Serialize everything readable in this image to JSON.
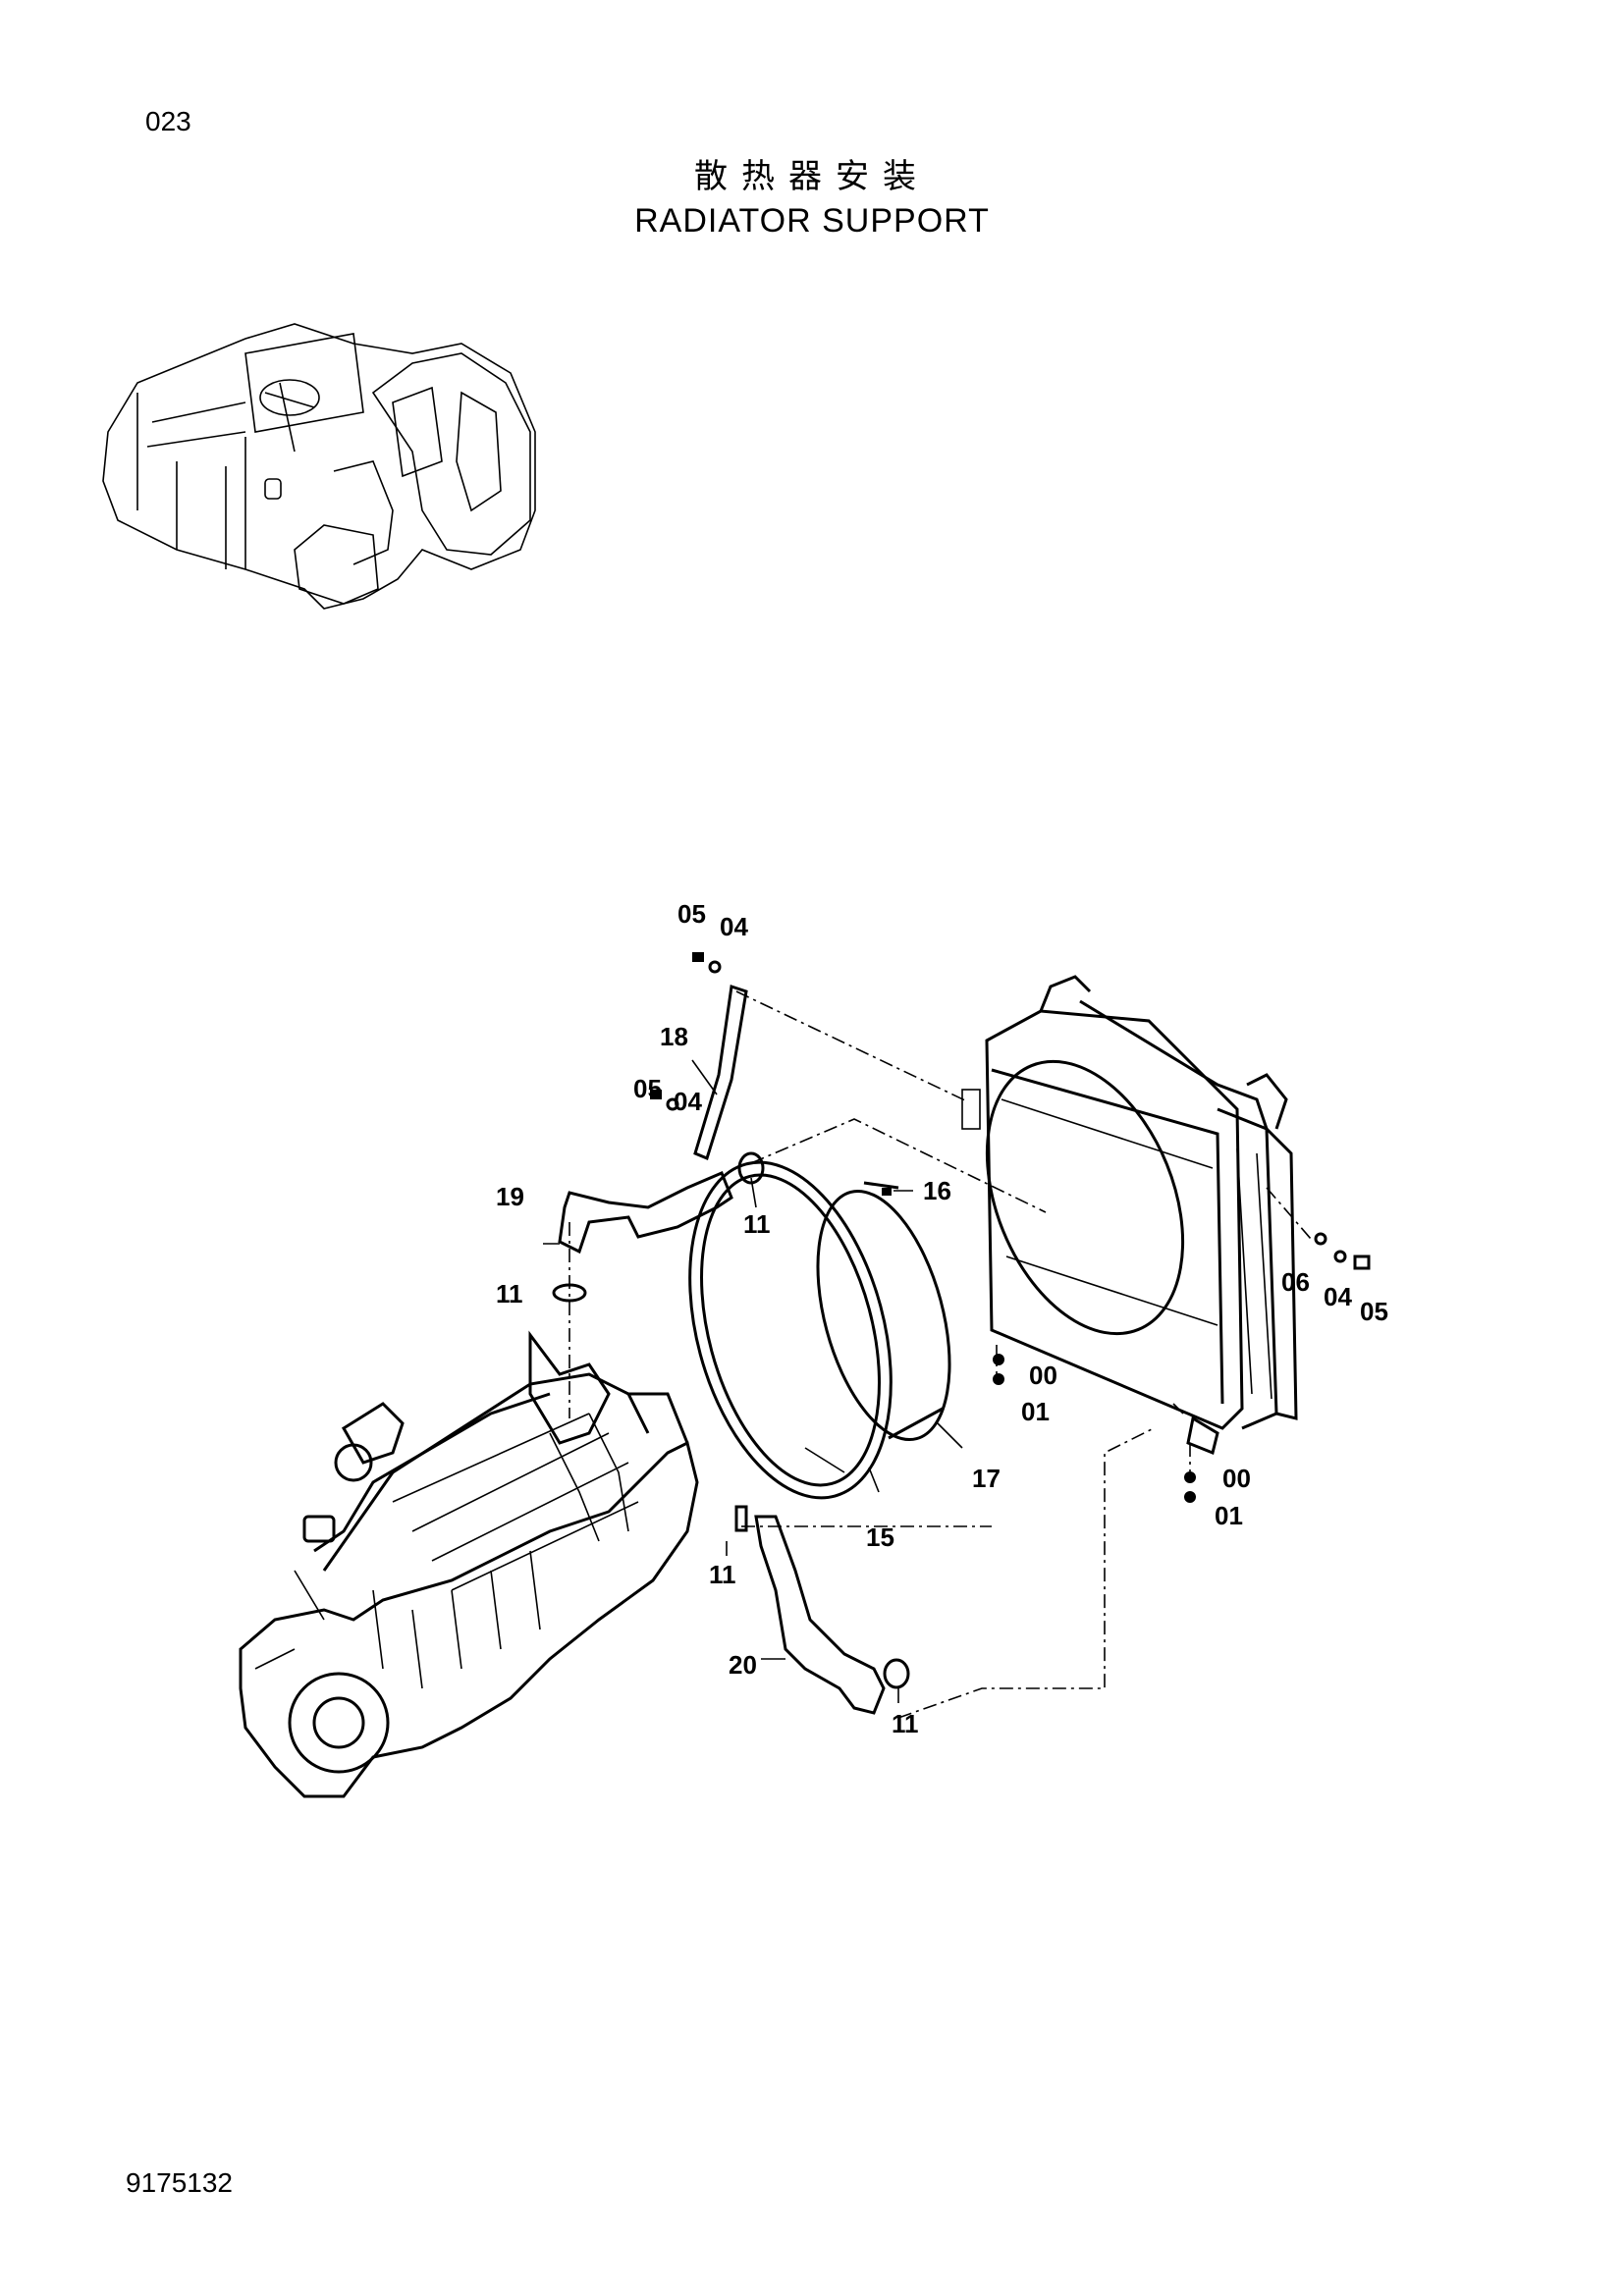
{
  "header": {
    "page_number": "023",
    "title_cn": "散热器安装",
    "title_en": "RADIATOR SUPPORT"
  },
  "footer": {
    "drawing_number": "9175132"
  },
  "callouts": {
    "c05a": "05",
    "c04a": "04",
    "c18": "18",
    "c05b": "05",
    "c04b": "04",
    "c19": "19",
    "c11a": "11",
    "c11b": "11",
    "c16": "16",
    "c06": "06",
    "c04c": "04",
    "c05c": "05",
    "c00a": "00",
    "c01a": "01",
    "c00b": "00",
    "c01b": "01",
    "c17": "17",
    "c15": "15",
    "c11c": "11",
    "c20": "20",
    "c11d": "11"
  }
}
